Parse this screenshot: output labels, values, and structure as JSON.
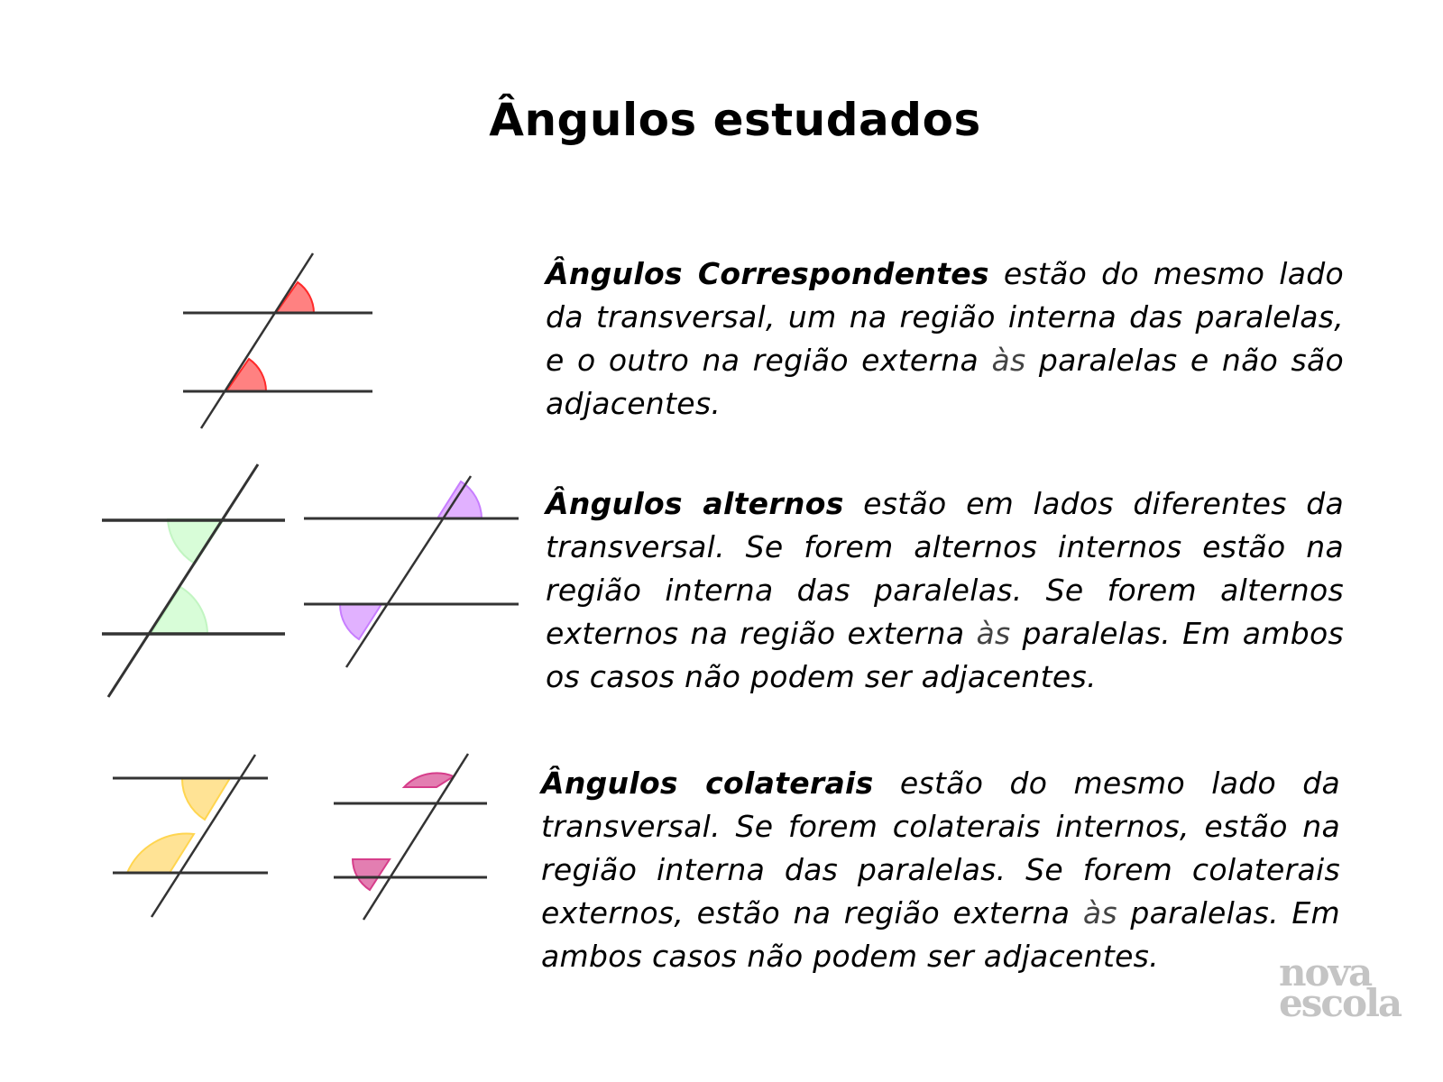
{
  "page": {
    "title": "Ângulos estudados"
  },
  "sections": [
    {
      "id": "correspondentes",
      "term": "Ângulos Correspondentes",
      "text_before": " estão do mesmo lado da transversal, um na região interna das paralelas, e o outro na região externa ",
      "as_word": "às",
      "text_after": " paralelas e não são adjacentes.",
      "diagram": {
        "icon": "corresponding-angles-diagram",
        "angle_color": "#ff5555"
      }
    },
    {
      "id": "alternos",
      "term": "Ângulos alternos",
      "text_before": " estão em lados diferentes da transversal. Se forem alternos internos estão na região interna das paralelas. Se forem alternos externos na região externa ",
      "as_word": "às",
      "text_after": "  paralelas. Em ambos os casos não podem ser adjacentes.",
      "diagrams": [
        {
          "icon": "alternate-interior-angles-diagram",
          "angle_color": "#cfffcf"
        },
        {
          "icon": "alternate-exterior-angles-diagram",
          "angle_color": "#dca3ff"
        }
      ]
    },
    {
      "id": "colaterais",
      "term": "Ângulos colaterais",
      "text_before": " estão do mesmo lado da transversal. Se forem colaterais internos, estão na região interna das paralelas. Se forem colaterais externos, estão na região externa ",
      "as_word": "às",
      "text_after": " paralelas. Em ambos casos não podem ser adjacentes.",
      "diagrams": [
        {
          "icon": "consecutive-interior-angles-diagram",
          "angle_color": "#ffd966"
        },
        {
          "icon": "consecutive-exterior-angles-diagram",
          "angle_color": "#e070a8"
        }
      ]
    }
  ],
  "logo": {
    "line1": "nova",
    "line2": "escola",
    "color": "#c4c4c4"
  }
}
